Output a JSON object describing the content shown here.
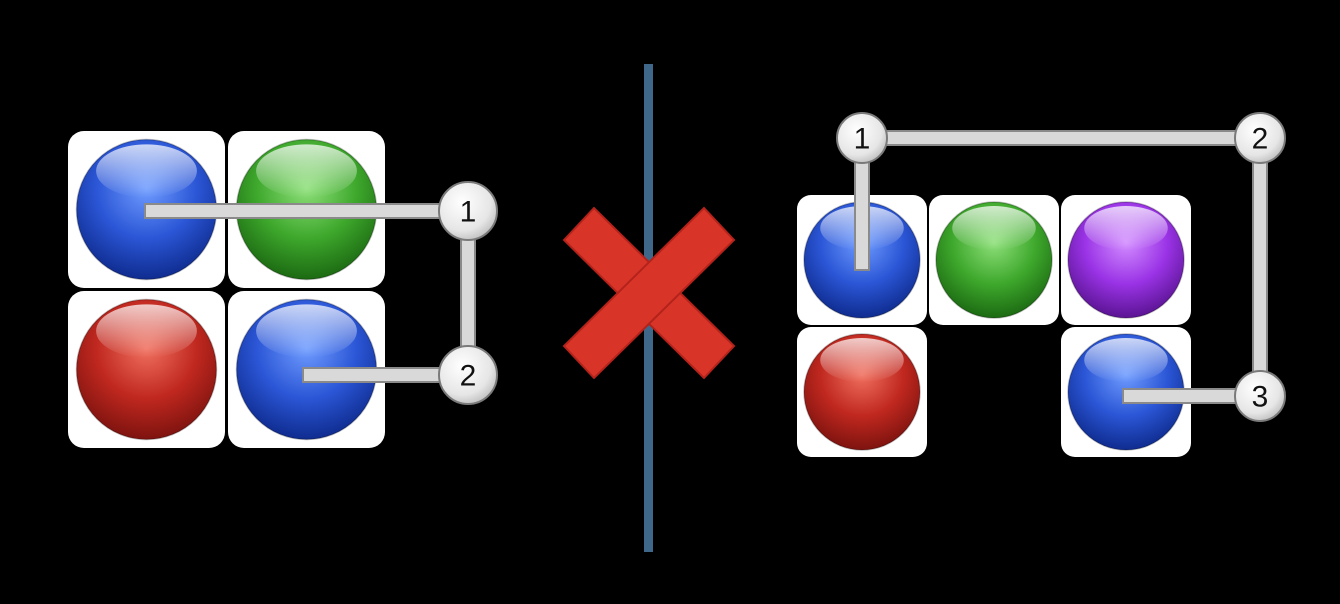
{
  "colors": {
    "background": "#000000",
    "tile": "#ffffff",
    "divider": "#3f6789",
    "cross": "#d93428",
    "connector": "#d9d9d9",
    "connector_edge": "#8a8a8a",
    "ball_blue": "#2b56d6",
    "ball_green": "#3ea82c",
    "ball_red": "#c0281f",
    "ball_purple": "#9a33e6"
  },
  "left_board": {
    "tiles": [
      {
        "row": 0,
        "col": 0,
        "ball": "blue"
      },
      {
        "row": 0,
        "col": 1,
        "ball": "green"
      },
      {
        "row": 1,
        "col": 0,
        "ball": "red"
      },
      {
        "row": 1,
        "col": 1,
        "ball": "blue"
      }
    ],
    "markers": [
      {
        "label": "1"
      },
      {
        "label": "2"
      }
    ]
  },
  "divider": {
    "icon": "cross-icon"
  },
  "right_board": {
    "tiles": [
      {
        "row": 0,
        "col": 0,
        "ball": "blue"
      },
      {
        "row": 0,
        "col": 1,
        "ball": "green"
      },
      {
        "row": 0,
        "col": 2,
        "ball": "purple"
      },
      {
        "row": 1,
        "col": 0,
        "ball": "red"
      },
      {
        "row": 1,
        "col": 2,
        "ball": "blue"
      }
    ],
    "markers": [
      {
        "label": "1"
      },
      {
        "label": "2"
      },
      {
        "label": "3"
      }
    ]
  }
}
